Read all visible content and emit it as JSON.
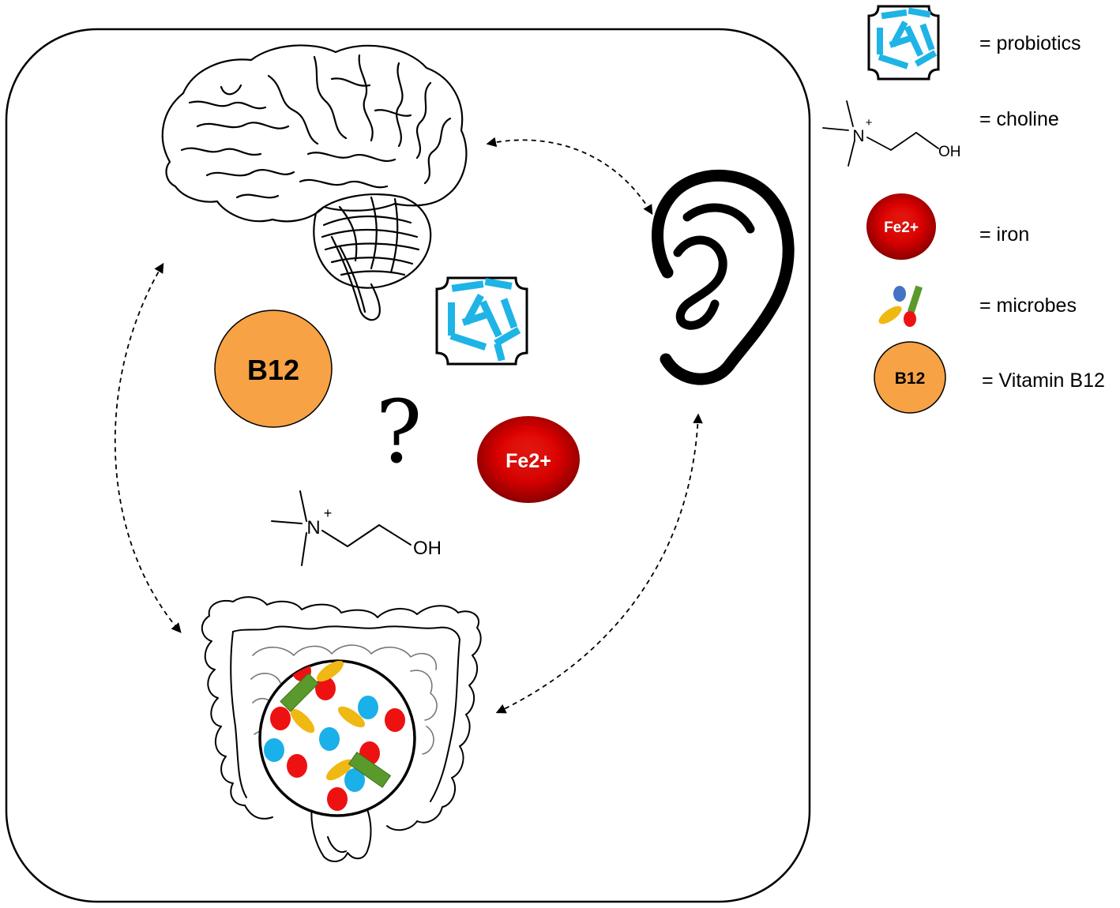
{
  "center": {
    "question_mark": "?",
    "b12_label": "B12",
    "iron_label": "Fe2+",
    "choline": {
      "n_label": "N",
      "charge": "+",
      "oh_label": "OH"
    }
  },
  "legend": {
    "items": [
      {
        "id": "probiotics",
        "label": "= probiotics"
      },
      {
        "id": "choline",
        "label": "= choline"
      },
      {
        "id": "iron",
        "label": "= iron"
      },
      {
        "id": "microbes",
        "label": "= microbes"
      },
      {
        "id": "vitamin-b12",
        "label": "= Vitamin B12"
      }
    ],
    "icon_text": {
      "iron": "Fe2+",
      "b12": "B12",
      "choline_n": "N",
      "choline_charge": "+",
      "choline_oh": "OH"
    }
  },
  "colors": {
    "b12_orange": "#F6A245",
    "iron_red": "#D90000",
    "probiotic_blue": "#1EB4E6",
    "microbe_red": "#EE1111",
    "microbe_blue": "#1AB0EA",
    "microbe_yellow": "#F0B812",
    "microbe_green": "#5A9A2C",
    "microbe_dark_blue": "#4472C4"
  }
}
